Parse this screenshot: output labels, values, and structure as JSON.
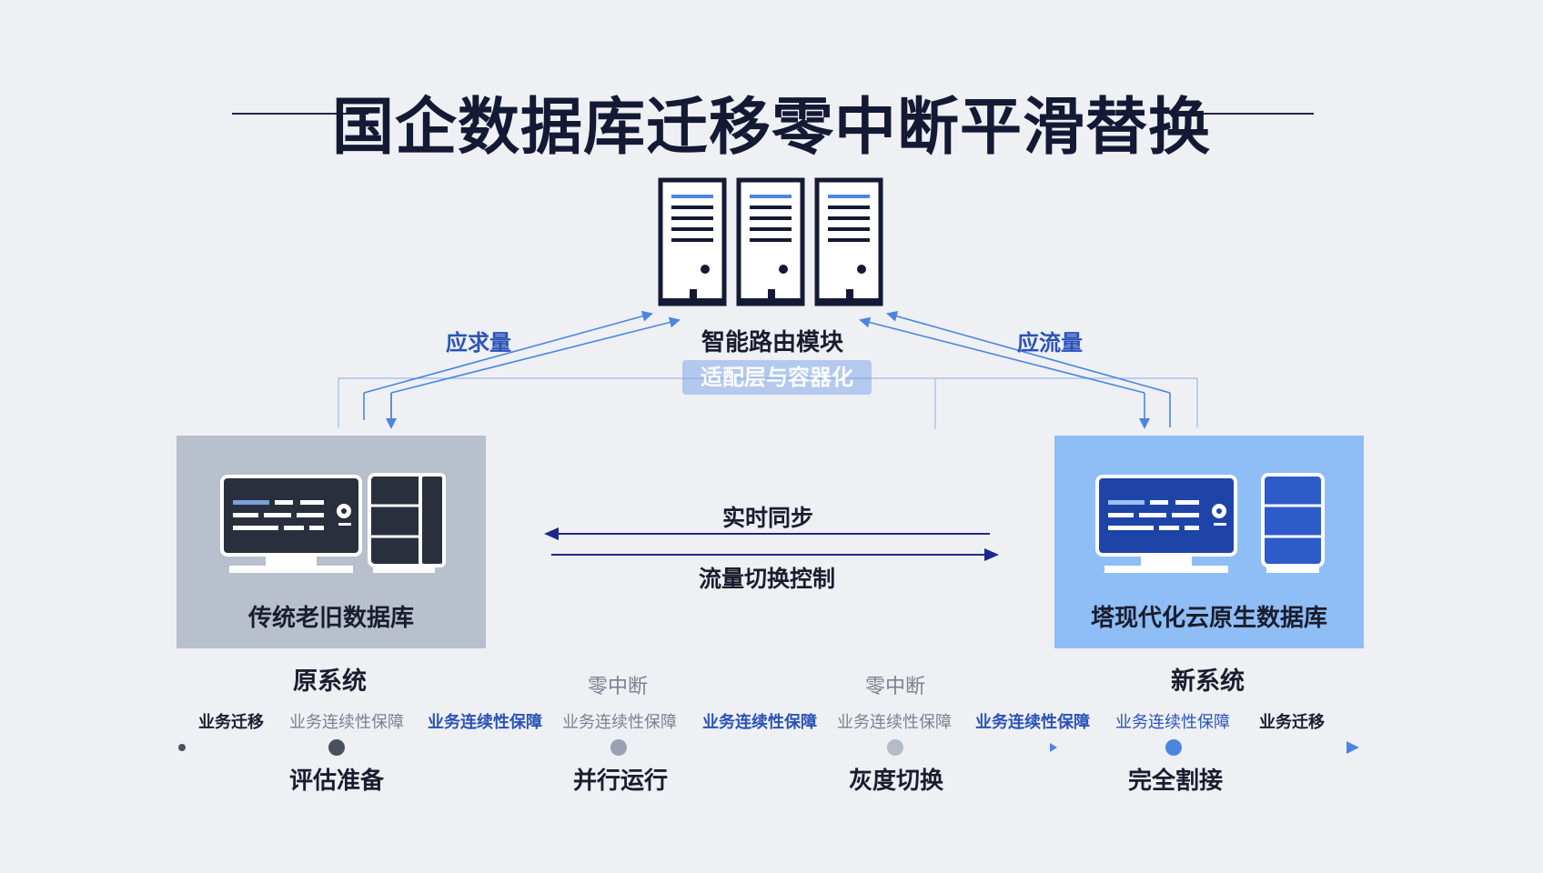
{
  "title": "国企数据库迁移零中断平滑替换",
  "router": {
    "label": "智能路由模块",
    "ghost_label": "适配层与容器化",
    "left_flow_label": "应求量",
    "right_flow_label": "应流量"
  },
  "legacy": {
    "caption": "传统老旧数据库",
    "system_label": "原系统"
  },
  "modern": {
    "caption": "塔现代化云原生数据库",
    "system_label": "新系统"
  },
  "center": {
    "sync_label": "实时同步",
    "control_label": "流量切换控制"
  },
  "zero_interrupt_labels": [
    "零中断",
    "零中断"
  ],
  "timeline": {
    "captions": [
      {
        "text": "业务迁移",
        "style": "navy-bold"
      },
      {
        "text": "业务连续性保障",
        "style": "gray"
      },
      {
        "text": "业务连续性保障",
        "style": "blue-bold"
      },
      {
        "text": "业务连续性保障",
        "style": "gray"
      },
      {
        "text": "业务连续性保障",
        "style": "blue-bold"
      },
      {
        "text": "业务连续性保障",
        "style": "gray"
      },
      {
        "text": "业务连续性保障",
        "style": "blue-bold"
      },
      {
        "text": "业务连续性保障",
        "style": "blue"
      },
      {
        "text": "业务迁移",
        "style": "navy-bold"
      }
    ],
    "stages": [
      "评估准备",
      "并行运行",
      "灰度切换",
      "完全割接"
    ]
  },
  "colors": {
    "navy": "#141a33",
    "legacy_panel": "#b8bfcd",
    "modern_panel": "#8fbdf5",
    "accent_blue": "#2a52b8",
    "arrow_light": "#4a86e0",
    "arrow_dark": "#1b2a8a"
  },
  "icons": [
    "server-rack-icon",
    "legacy-monitor-icon",
    "legacy-tower-icon",
    "modern-monitor-icon",
    "modern-tower-icon",
    "gear-icon"
  ]
}
